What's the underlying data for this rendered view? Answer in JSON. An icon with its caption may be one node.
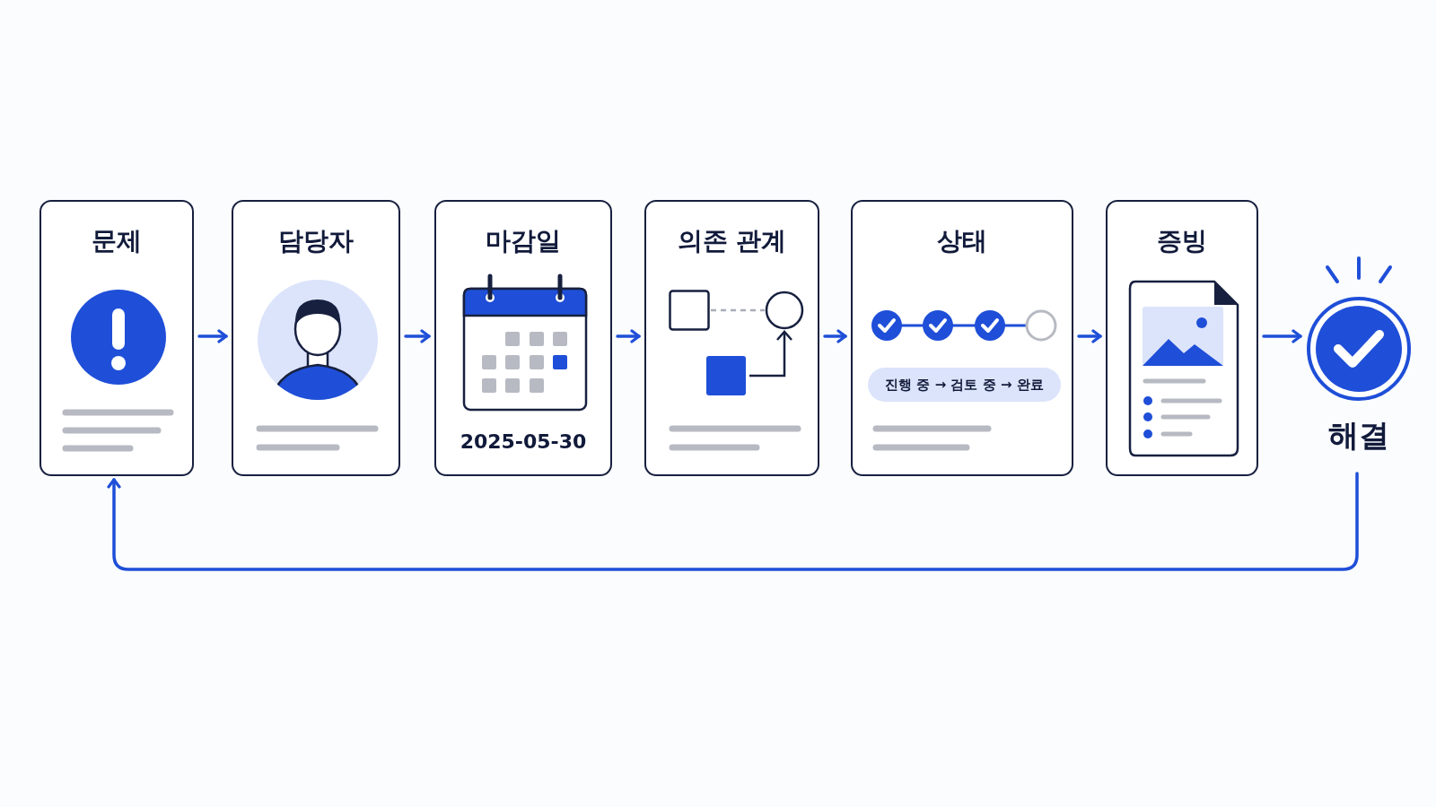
{
  "diagram": {
    "nodes": [
      {
        "text": [
          "문제"
        ]
      },
      {
        "text": [
          "담당자"
        ]
      },
      {
        "text": [
          "마감일",
          "2025-05-30"
        ]
      },
      {
        "text": [
          "의존 관계"
        ]
      },
      {
        "text": [
          "상태"
        ]
      },
      {
        "text": [
          "진행 중 → 검토 중 → 완료"
        ],
        "in": 4
      },
      {
        "text": [
          "증빙"
        ]
      },
      {
        "text": [
          "해결"
        ]
      }
    ],
    "edges": [
      {
        "from": 0,
        "to": 1,
        "arrow": "to"
      },
      {
        "from": 1,
        "to": 2,
        "arrow": "to"
      },
      {
        "from": 2,
        "to": 3,
        "arrow": "to"
      },
      {
        "from": 3,
        "to": 4,
        "arrow": "to"
      },
      {
        "from": 4,
        "to": 6,
        "arrow": "to"
      },
      {
        "from": 6,
        "to": 7,
        "arrow": "to"
      },
      {
        "from": 7,
        "to": 0,
        "arrow": "to"
      }
    ]
  }
}
